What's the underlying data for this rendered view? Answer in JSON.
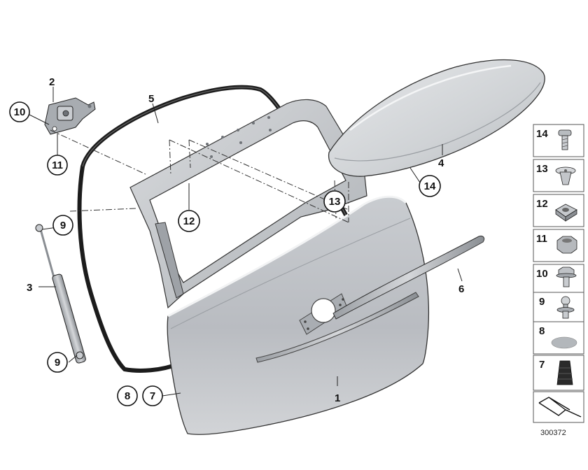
{
  "callouts": {
    "c1": "1",
    "c2": "2",
    "c3": "3",
    "c4": "4",
    "c5": "5",
    "c6": "6",
    "c7": "7",
    "c8": "8",
    "c9a": "9",
    "c9b": "9",
    "c10": "10",
    "c11": "11",
    "c12": "12",
    "c13": "13",
    "c14": "14"
  },
  "panel": {
    "items": [
      "14",
      "13",
      "12",
      "11",
      "10",
      "9",
      "8",
      "7"
    ]
  },
  "reference_id": "300372",
  "colors": {
    "panel_gray": "#c8cacd",
    "panel_light": "#e4e6e8",
    "panel_dark": "#8f9398",
    "seal": "#1c1c1c",
    "outline": "#111111"
  }
}
